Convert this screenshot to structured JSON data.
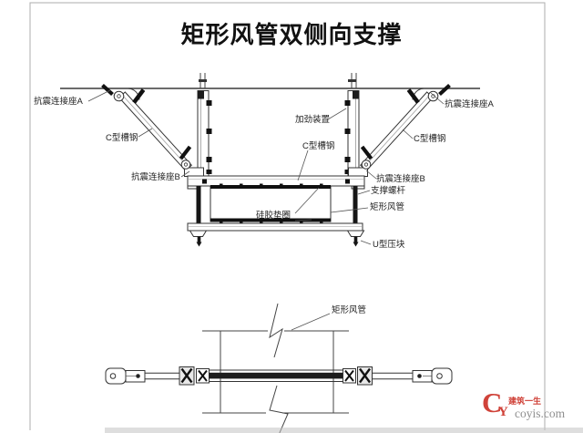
{
  "title": "矩形风管双侧向支撑",
  "colors": {
    "line": "#333333",
    "border_gray": "#adadad",
    "watermark_red": "#d0433a",
    "watermark_gray": "#8f8f8f"
  },
  "labels": {
    "seismic_connector_a_left": "抗震连接座A",
    "c_channel_left": "C型槽钢",
    "seismic_connector_b_left": "抗震连接座B",
    "stiffener_device": "加劲装置",
    "c_channel_center": "C型槽钢",
    "seismic_connector_a_right": "抗震连接座A",
    "c_channel_right": "C型槽钢",
    "seismic_connector_b_right": "抗震连接座B",
    "support_rod": "支撑螺杆",
    "rect_duct_elevation": "矩形风管",
    "u_clamp": "U型压块",
    "silicone_gasket": "硅胶垫圈",
    "rect_duct_plan": "矩形风管"
  },
  "watermark": {
    "letter_main": "C",
    "letter_sub": "Y",
    "brand": "建筑一生",
    "site": "coyis.com"
  }
}
